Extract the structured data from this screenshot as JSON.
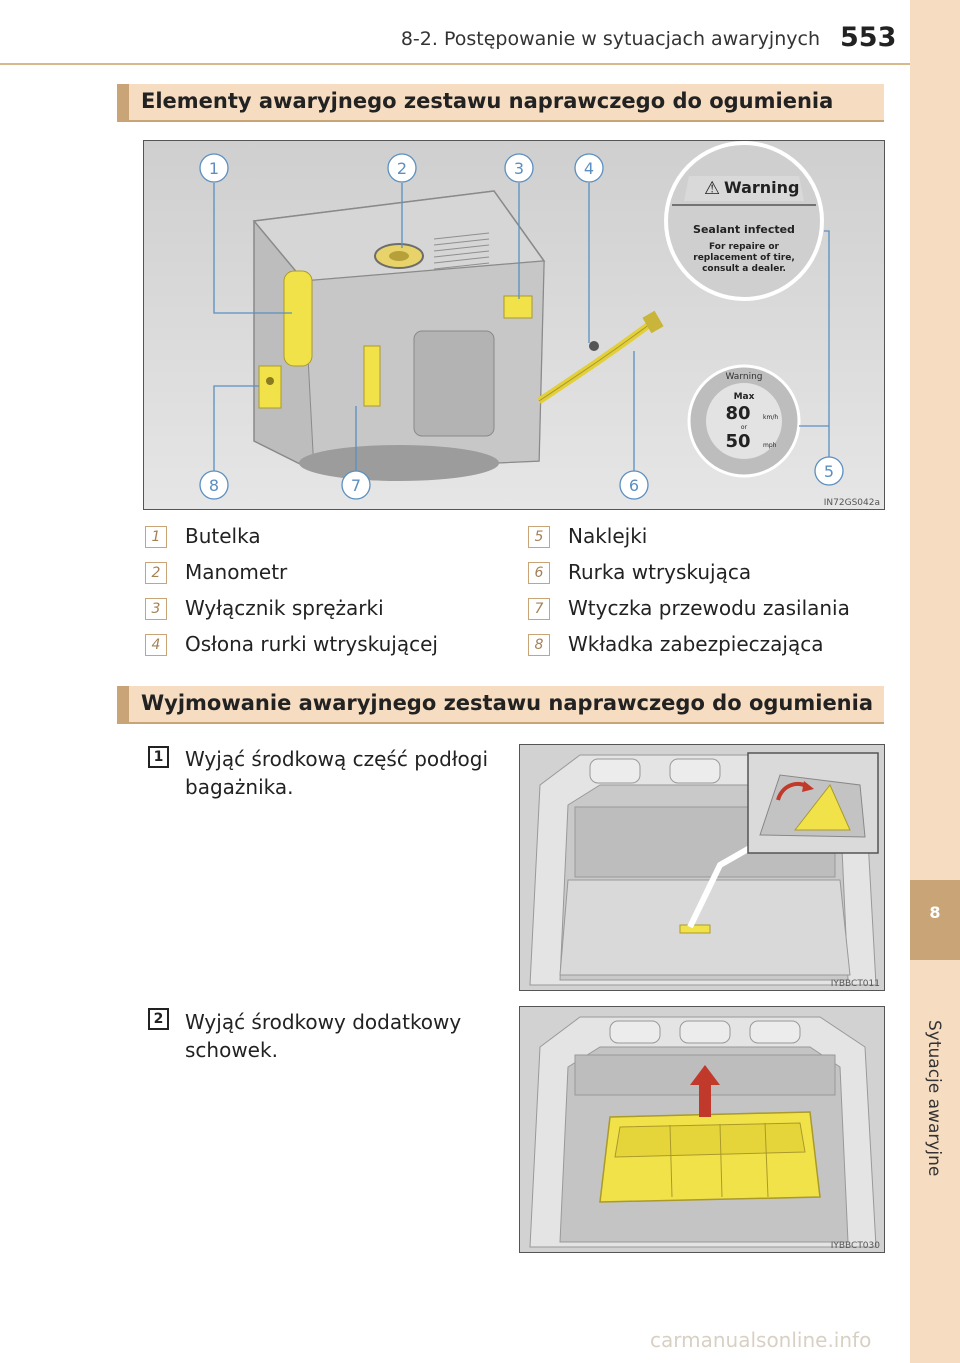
{
  "header": {
    "chapter_title": "8-2. Postępowanie w sytuacjach awaryjnych",
    "page_number": "553"
  },
  "side_tab": {
    "number": "8",
    "label": "Sytuacje awaryjne"
  },
  "section1": {
    "title": "Elementy awaryjnego zestawu naprawczego do ogumienia",
    "figure": {
      "callouts": [
        "1",
        "2",
        "3",
        "4",
        "5",
        "6",
        "7",
        "8"
      ],
      "warning_sticker": {
        "title": "Warning",
        "line1": "Sealant infected",
        "line2": "For repaire or",
        "line3": "replacement of tire,",
        "line4": "consult a dealer."
      },
      "speed_sticker": {
        "top": "Warning",
        "max": "Max",
        "kmh": "80",
        "kmh_unit": "km/h",
        "or": "or",
        "mph": "50",
        "mph_unit": "mph"
      },
      "code": "IN72GS042a"
    },
    "legend": [
      {
        "num": "1",
        "label": "Butelka"
      },
      {
        "num": "2",
        "label": "Manometr"
      },
      {
        "num": "3",
        "label": "Wyłącznik sprężarki"
      },
      {
        "num": "4",
        "label": "Osłona rurki wtryskującej"
      },
      {
        "num": "5",
        "label": "Naklejki"
      },
      {
        "num": "6",
        "label": "Rurka wtryskująca"
      },
      {
        "num": "7",
        "label": "Wtyczka przewodu zasilania"
      },
      {
        "num": "8",
        "label": "Wkładka zabezpieczająca"
      }
    ]
  },
  "section2": {
    "title": "Wyjmowanie awaryjnego zestawu naprawczego do ogumienia",
    "steps": [
      {
        "num": "1",
        "text": "Wyjąć środkową część podłogi bagażnika.",
        "figure_code": "IYBBCT011"
      },
      {
        "num": "2",
        "text": "Wyjąć środkowy dodatkowy schowek.",
        "figure_code": "IYBBCT030"
      }
    ]
  },
  "watermark": "carmanualsonline.info",
  "colors": {
    "accent": "#c8a477",
    "tab_bg": "#f6dcc0",
    "highlight_yellow": "#f2e24a"
  }
}
